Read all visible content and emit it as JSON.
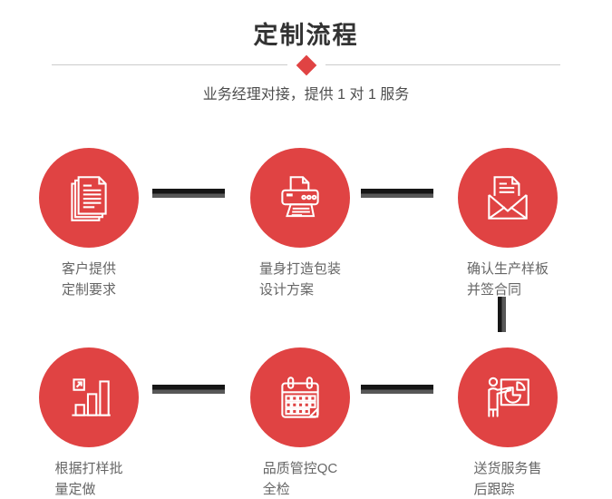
{
  "page": {
    "title": "定制流程",
    "subtitle": "业务经理对接，提供 1 对 1 服务"
  },
  "steps": [
    {
      "id": "customer-requirements",
      "icon": "documents-icon",
      "lines": [
        "客户提供",
        "定制要求"
      ]
    },
    {
      "id": "packaging-design-plan",
      "icon": "printer-icon",
      "lines": [
        "量身打造包装",
        "设计方案"
      ]
    },
    {
      "id": "confirm-sample-sign-contract",
      "icon": "envelope-letter-icon",
      "lines": [
        "确认生产样板",
        "并签合同"
      ]
    },
    {
      "id": "batch-production-per-sample",
      "icon": "bar-chart-growth-icon",
      "lines": [
        "根据打样批",
        "量定做"
      ]
    },
    {
      "id": "quality-control-inspection",
      "icon": "calendar-icon",
      "lines": [
        "品质管控QC",
        "全检"
      ]
    },
    {
      "id": "delivery-after-sales",
      "icon": "presentation-icon",
      "lines": [
        "送货服务售",
        "后跟踪"
      ]
    }
  ],
  "colors": {
    "accent_red": "#e04343",
    "icon_stroke": "#ffffff",
    "divider_gray": "#cccccc",
    "connector_dark": "#161616",
    "connector_gray": "#585858",
    "title_text": "#333333",
    "subtitle_text": "#4d4d4d",
    "label_text": "#666666"
  }
}
